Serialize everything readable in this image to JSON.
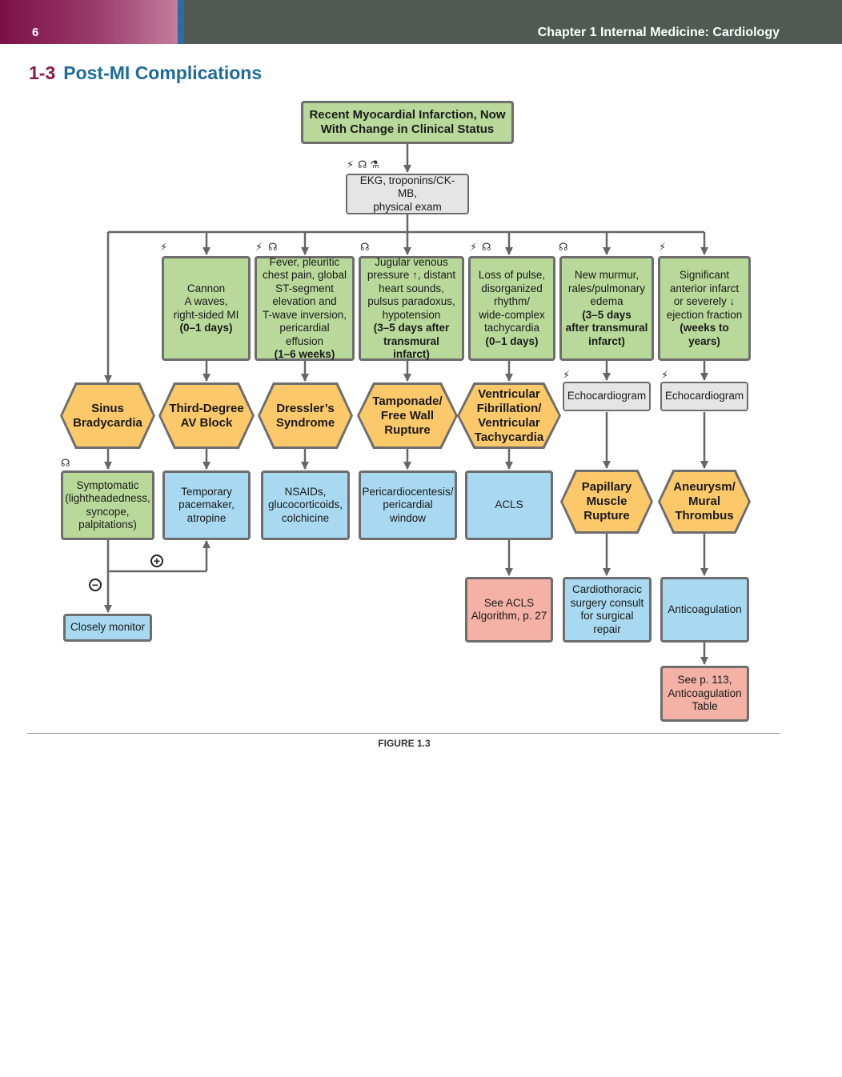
{
  "header": {
    "page_number": "6",
    "chapter": "Chapter 1  Internal Medicine: Cardiology"
  },
  "section": {
    "number": "1-3",
    "title": "Post-MI Complications"
  },
  "flowchart": {
    "start": "Recent Myocardial Infarction, Now\nWith Change in Clinical Status",
    "workup": "EKG, troponins/CK-MB,\nphysical exam",
    "presentations": {
      "heart_block": "Cannon\nA waves,\nright-sided MI",
      "heart_block_time": "(0–1 days)",
      "dressler": "Fever, pleuritic\nchest pain, global\nST-segment\nelevation and\nT-wave inversion,\npericardial effusion",
      "dressler_time": "(1–6 weeks)",
      "tamponade": "Jugular venous\npressure ↑, distant\nheart sounds,\npulsus paradoxus,\nhypotension",
      "tamponade_time": "(3–5 days after\ntransmural infarct)",
      "vfib": "Loss of pulse,\ndisorganized\nrhythm/\nwide-complex\ntachycardia",
      "vfib_time": "(0–1 days)",
      "papillary": "New murmur,\nrales/pulmonary\nedema ",
      "papillary_time": "(3–5 days\nafter transmural\ninfarct)",
      "aneurysm": "Significant\nanterior infarct\nor severely ↓\nejection fraction",
      "aneurysm_time": "(weeks to years)"
    },
    "echo_1": "Echocardiogram",
    "echo_2": "Echocardiogram",
    "diagnoses": {
      "sinus_brady": "Sinus\nBradycardia",
      "third_degree": "Third-Degree\nAV Block",
      "dressler": "Dressler’s\nSyndrome",
      "tamponade": "Tamponade/\nFree Wall\nRupture",
      "vfib": "Ventricular\nFibrillation/\nVentricular\nTachycardia",
      "papillary": "Papillary\nMuscle\nRupture",
      "aneurysm": "Aneurysm/\nMural\nThrombus"
    },
    "symptomatic": "Symptomatic\n(lightheadedness,\nsyncope,\npalpitations)",
    "treatments": {
      "pacemaker": "Temporary\npacemaker,\natropine",
      "nsaids": "NSAIDs,\nglucocorticoids,\ncolchicine",
      "pericardiocentesis": "Pericardiocentesis/\npericardial\nwindow",
      "acls": "ACLS",
      "monitor": "Closely monitor",
      "acls_ref": "See ACLS\nAlgorithm, p. 27",
      "surgery": "Cardiothoracic\nsurgery consult\nfor surgical\nrepair",
      "anticoag": "Anticoagulation",
      "anticoag_ref": "See p. 113,\nAnticoagulation\nTable"
    },
    "signs": {
      "plus": "+",
      "minus": "−"
    }
  },
  "figure_label": "FIGURE 1.3",
  "colors": {
    "presentation": "#b9d99a",
    "workup": "#e5e5e5",
    "diagnosis": "#fbc96a",
    "treatment": "#a9d9f0",
    "reference": "#f4b1a6",
    "title": "#1e6b9a"
  },
  "icons": [
    "ekg-icon",
    "stethoscope-icon",
    "test-tube-icon"
  ]
}
